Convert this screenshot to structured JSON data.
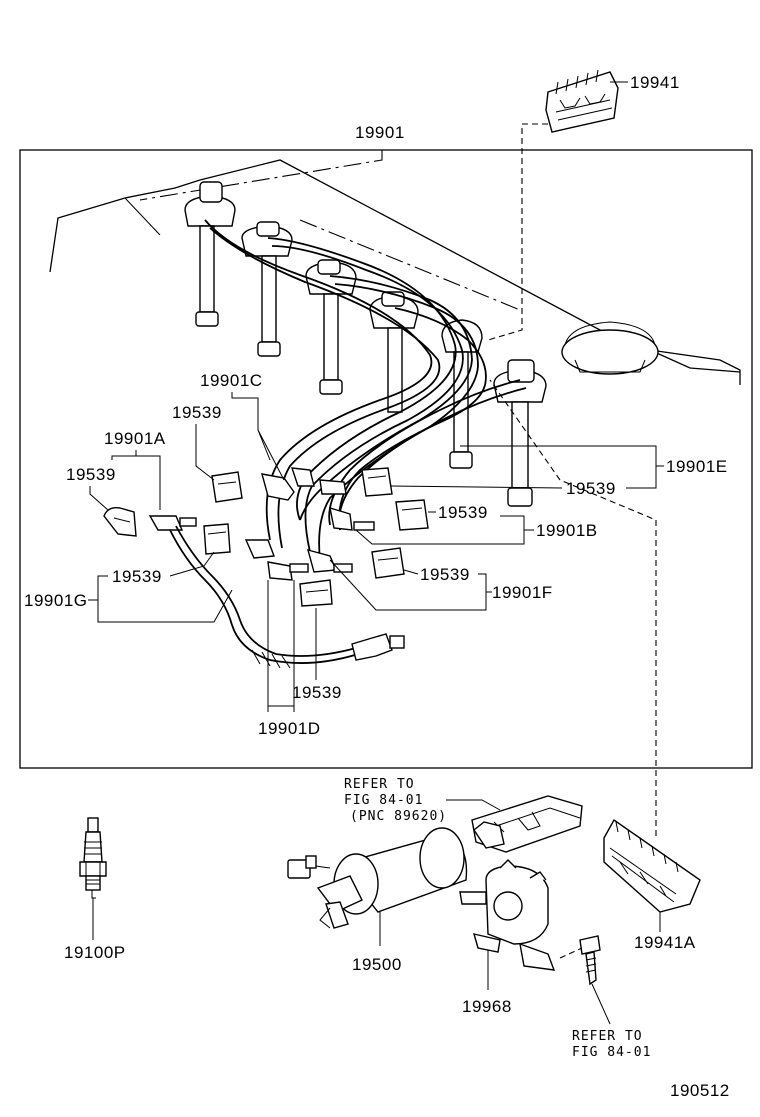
{
  "labels": {
    "p19941": "19941",
    "p19901": "19901",
    "p19901C": "19901C",
    "p19539_c": "19539",
    "p19901A": "19901A",
    "p19539_a": "19539",
    "p19901E": "19901E",
    "p19539_e": "19539",
    "p19539_b": "19539",
    "p19901B": "19901B",
    "p19539_g": "19539",
    "p19901G": "19901G",
    "p19539_f": "19539",
    "p19901F": "19901F",
    "p19539_d": "19539",
    "p19901D": "19901D",
    "p19100P": "19100P",
    "p19500": "19500",
    "p19968": "19968",
    "p19941A": "19941A",
    "figure_id": "190512"
  },
  "references": {
    "igniter_ref_line1": "REFER TO",
    "igniter_ref_line2": "FIG 84-01",
    "igniter_ref_line3": "(PNC 89620)",
    "bolt_ref_line1": "REFER TO",
    "bolt_ref_line2": "FIG 84-01"
  }
}
